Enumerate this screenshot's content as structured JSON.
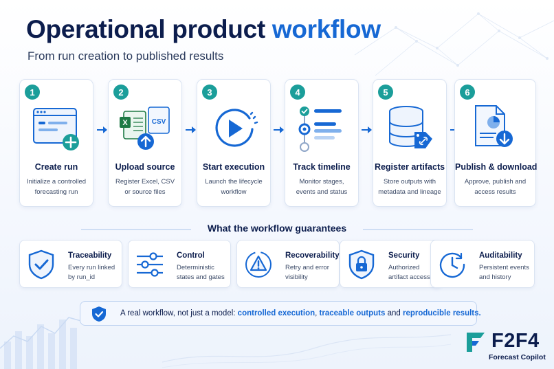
{
  "header": {
    "title_main": "Operational product",
    "title_accent": "workflow",
    "subtitle": "From run creation to published results"
  },
  "steps": [
    {
      "number": "1",
      "title": "Create run",
      "desc": "Initialize a controlled forecasting run",
      "icon": "browser-add-icon"
    },
    {
      "number": "2",
      "title": "Upload source",
      "desc": "Register Excel, CSV or source files",
      "icon": "excel-csv-upload-icon",
      "file_labels": [
        "X",
        "CSV"
      ]
    },
    {
      "number": "3",
      "title": "Start execution",
      "desc": "Launch the lifecycle workflow",
      "icon": "play-icon"
    },
    {
      "number": "4",
      "title": "Track timeline",
      "desc": "Monitor stages, events and status",
      "icon": "timeline-icon"
    },
    {
      "number": "5",
      "title": "Register artifacts",
      "desc": "Store outputs with metadata and lineage",
      "icon": "database-tag-icon"
    },
    {
      "number": "6",
      "title": "Publish & download",
      "desc": "Approve, publish and access results",
      "icon": "report-download-icon"
    }
  ],
  "guarantees": {
    "title": "What the workflow guarantees",
    "items": [
      {
        "title": "Traceability",
        "desc": "Every run linked by run_id",
        "icon": "shield-check-icon"
      },
      {
        "title": "Control",
        "desc": "Deterministic states and gates",
        "icon": "sliders-icon"
      },
      {
        "title": "Recoverability",
        "desc": "Retry and error visibility",
        "icon": "warning-icon"
      },
      {
        "title": "Security",
        "desc": "Authorized artifact access",
        "icon": "lock-shield-icon"
      },
      {
        "title": "Auditability",
        "desc": "Persistent events and history",
        "icon": "clock-icon"
      }
    ]
  },
  "banner": {
    "prefix": "A real workflow, not just a model: ",
    "hl1": "controlled execution",
    "sep1": ", ",
    "hl2": "traceable outputs",
    "sep2": " and ",
    "hl3": "reproducible results.",
    "icon": "shield-check-icon"
  },
  "brand": {
    "name": "F2F4",
    "tagline": "Forecast Copilot"
  },
  "colors": {
    "navy": "#0c1d4d",
    "accent_blue": "#1668d4",
    "teal": "#1b9e9a",
    "excel_green": "#1e7a45"
  }
}
